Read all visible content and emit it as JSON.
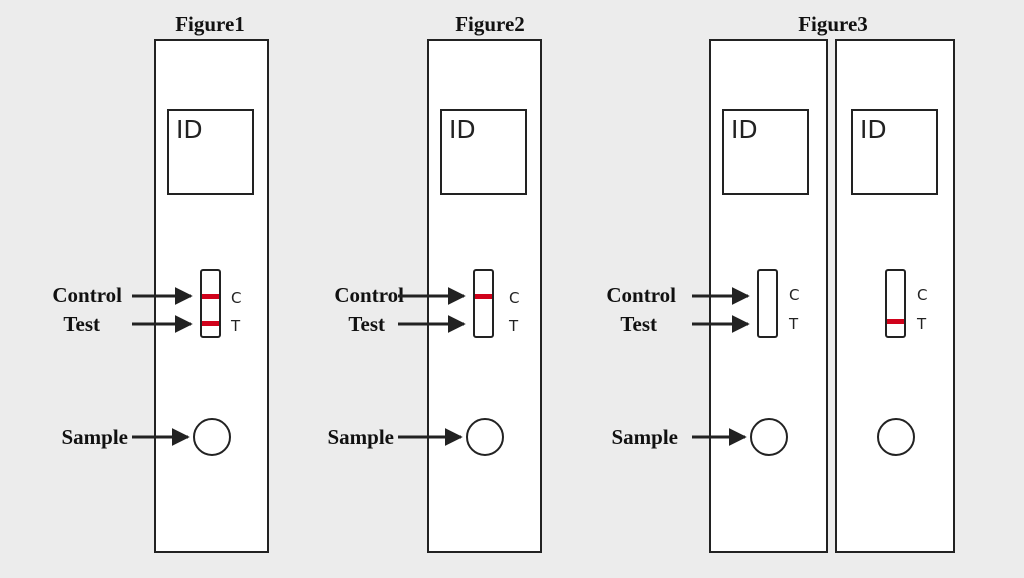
{
  "figures": [
    {
      "title": "Figure1"
    },
    {
      "title": "Figure2"
    },
    {
      "title": "Figure3"
    }
  ],
  "cassette": {
    "id_text": "ID",
    "c_mark": "C",
    "t_mark": "T"
  },
  "labels": {
    "control": "Control",
    "test": "Test",
    "sample": "Sample"
  },
  "results": [
    {
      "control_line": true,
      "test_line": true
    },
    {
      "control_line": true,
      "test_line": false
    },
    {
      "control_line": false,
      "test_line": false
    },
    {
      "control_line": false,
      "test_line": true
    }
  ],
  "colors": {
    "line": "#d0021b",
    "stroke": "#222222",
    "background": "#ececec",
    "cassette": "#ffffff"
  }
}
